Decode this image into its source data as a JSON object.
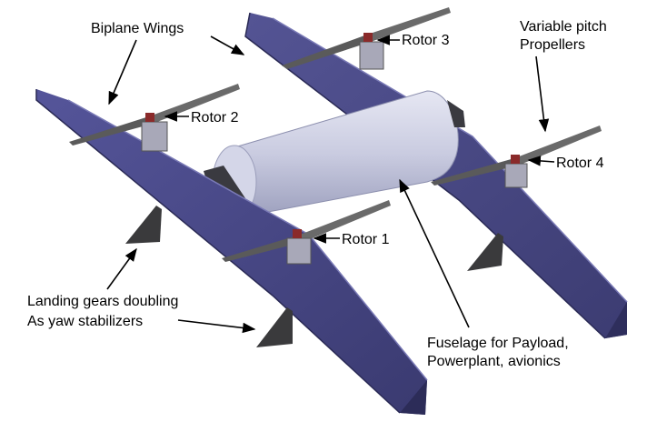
{
  "labels": {
    "biplane_wings": "Biplane Wings",
    "variable_pitch_line1": "Variable pitch",
    "variable_pitch_line2": "Propellers",
    "rotor_1": "Rotor 1",
    "rotor_2": "Rotor 2",
    "rotor_3": "Rotor 3",
    "rotor_4": "Rotor 4",
    "landing_gears_line1": "Landing gears doubling",
    "landing_gears_line2": "As yaw stabilizers",
    "fuselage_line1": "Fuselage for Payload,",
    "fuselage_line2": "Powerplant, avionics"
  },
  "colors": {
    "wing": "#4a4a86",
    "wing_dark": "#323262",
    "wing_edge": "#6a6aa6",
    "fuselage": "#c9cbe0",
    "stabilizer": "#3a3a3c",
    "propeller": "#5a5a5a",
    "arrow": "#000000"
  }
}
